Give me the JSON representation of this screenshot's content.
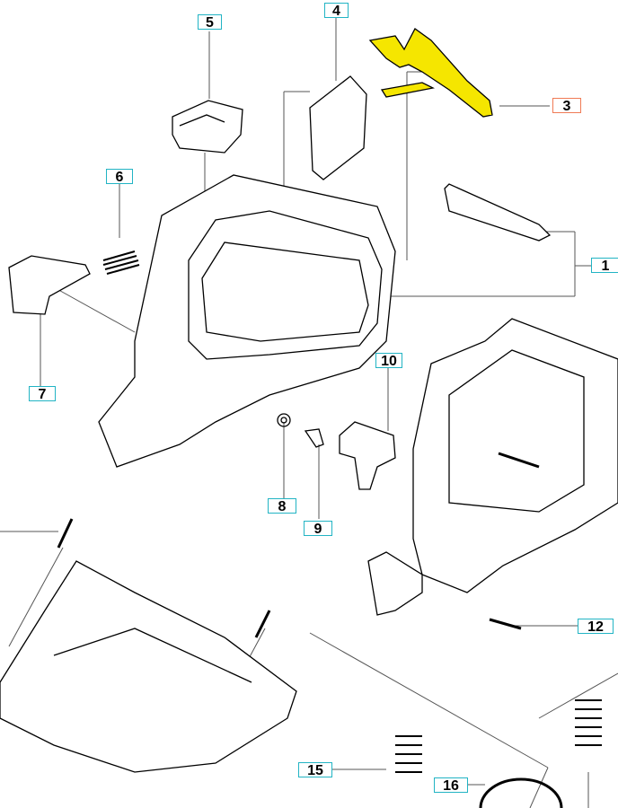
{
  "diagram": {
    "highlight_color": "#f5e600",
    "label_border": "#22b4c4",
    "selected_label_border": "#f07a55",
    "labels": [
      {
        "id": "5",
        "text": "5",
        "selected": false
      },
      {
        "id": "4",
        "text": "4",
        "selected": false
      },
      {
        "id": "3",
        "text": "3",
        "selected": true
      },
      {
        "id": "6",
        "text": "6",
        "selected": false
      },
      {
        "id": "1",
        "text": "1",
        "selected": false
      },
      {
        "id": "7",
        "text": "7",
        "selected": false
      },
      {
        "id": "10",
        "text": "10",
        "selected": false
      },
      {
        "id": "8",
        "text": "8",
        "selected": false
      },
      {
        "id": "9",
        "text": "9",
        "selected": false
      },
      {
        "id": "12",
        "text": "12",
        "selected": false
      },
      {
        "id": "15",
        "text": "15",
        "selected": false
      },
      {
        "id": "16",
        "text": "16",
        "selected": false
      }
    ]
  }
}
